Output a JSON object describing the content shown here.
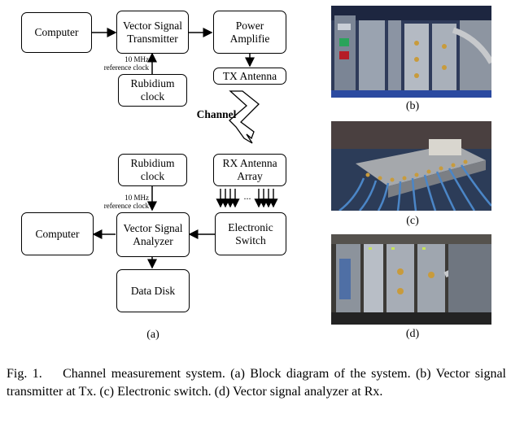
{
  "diagram": {
    "boxes": {
      "computer_tx": "Computer",
      "vst": "Vector Signal\nTransmitter",
      "power_amp": "Power\nAmplifie",
      "rubidium_tx": "Rubidium\nclock",
      "tx_antenna": "TX Antenna",
      "rubidium_rx": "Rubidium\nclock",
      "rx_antenna": "RX Antenna\nArray",
      "computer_rx": "Computer",
      "vsa": "Vector Signal\nAnalyzer",
      "switch": "Electronic\nSwitch",
      "data_disk": "Data Disk"
    },
    "ref_clock_tx": "10 MHz\nreference clock",
    "ref_clock_rx": "10 MHz\nreference clock",
    "channel_label": "Channel",
    "ellipsis": "...",
    "panel_label": "(a)"
  },
  "photos": {
    "b_label": "(b)",
    "c_label": "(c)",
    "d_label": "(d)"
  },
  "caption": "Fig. 1.    Channel measurement system. (a) Block diagram of the system. (b) Vector signal transmitter at Tx. (c) Electronic switch. (d) Vector signal analyzer at Rx."
}
